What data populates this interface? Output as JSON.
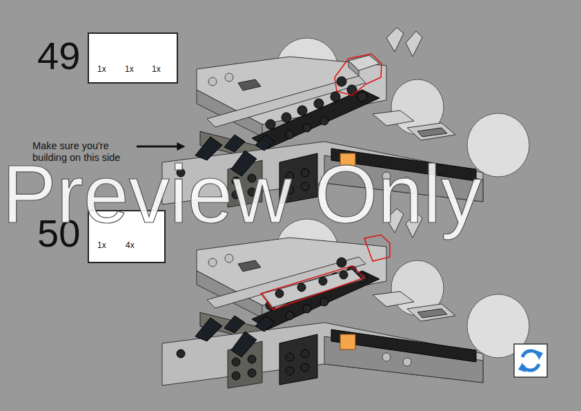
{
  "diagram": {
    "nodes": [
      {
        "text": [
          "49",
          "1x",
          "1x",
          "1x"
        ]
      },
      {
        "text": [
          "50",
          "1x",
          "4x"
        ]
      }
    ],
    "labels": [
      "Make sure you're building on this side",
      "Preview Only"
    ]
  }
}
